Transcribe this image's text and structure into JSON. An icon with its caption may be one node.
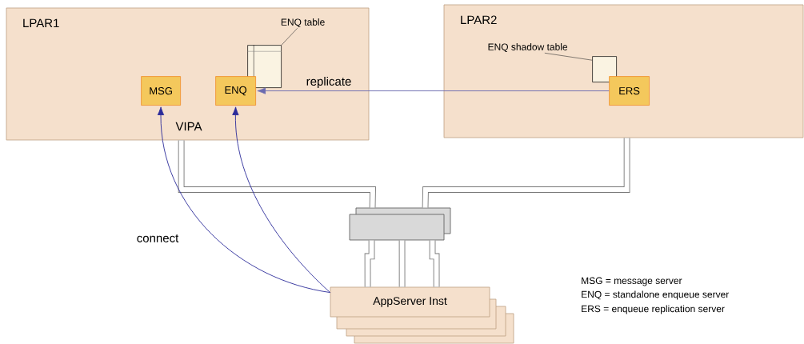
{
  "diagram": {
    "nodes": [
      {
        "text": [
          "LPAR1"
        ]
      },
      {
        "text": [
          "ENQ table"
        ],
        "in": 0
      },
      {
        "text": [],
        "shape": "box",
        "in": 0
      },
      {
        "text": [
          "MSG"
        ],
        "in": 0
      },
      {
        "text": [
          "ENQ"
        ],
        "in": 0
      },
      {
        "text": [
          "LPAR2"
        ]
      },
      {
        "text": [
          "ENQ shadow table"
        ],
        "in": 5
      },
      {
        "text": [],
        "shape": "box",
        "in": 5
      },
      {
        "text": [
          "ERS"
        ],
        "in": 5
      },
      {
        "text": [],
        "shape": "box"
      },
      {
        "text": [
          "AppServer Inst"
        ]
      }
    ],
    "edges": [
      {
        "from": 1,
        "to": 2,
        "arrow": "none",
        "color": "#333333"
      },
      {
        "from": 6,
        "to": 7,
        "arrow": "none",
        "color": "#333333"
      },
      {
        "from": 8,
        "to": 4,
        "arrow": "to",
        "label": "replicate",
        "color": "#6a6ab0"
      },
      {
        "from": 10,
        "to": 3,
        "arrow": "to",
        "label": "connect",
        "color": "#2b2b9a"
      },
      {
        "from": 10,
        "to": 4,
        "arrow": "to",
        "color": "#2b2b9a"
      },
      {
        "from": 0,
        "to": 9,
        "arrow": "none",
        "style": "thick",
        "color": "#777777"
      },
      {
        "from": 5,
        "to": 9,
        "arrow": "none",
        "style": "thick",
        "color": "#777777"
      },
      {
        "from": 9,
        "to": 10,
        "arrow": "none",
        "style": "thick",
        "color": "#777777"
      }
    ],
    "labels": [
      "VIPA",
      "MSG = message server",
      "ENQ = standalone enqueue server",
      "ERS = enqueue replication server"
    ]
  }
}
